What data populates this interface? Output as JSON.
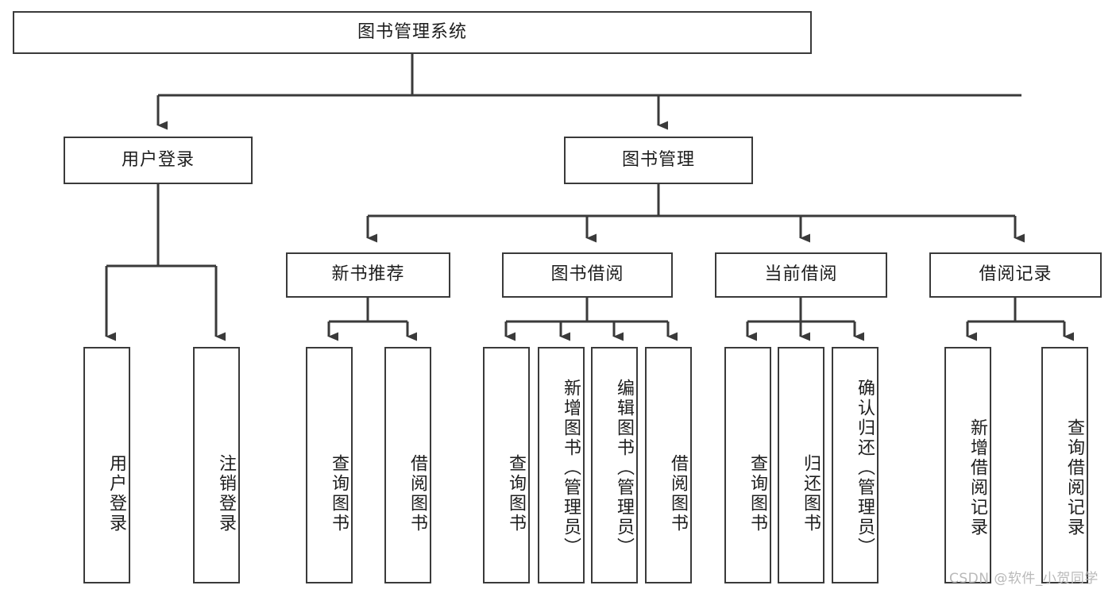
{
  "diagram": {
    "type": "tree-hierarchy",
    "title": "图书管理系统",
    "colors": {
      "box_border": "#3a3a3a",
      "box_fill": "#ffffff",
      "connector": "#3a3a3a",
      "text": "#1d1d1d",
      "watermark": "#b9b9b9"
    },
    "root": {
      "label": "图书管理系统"
    },
    "level2": [
      {
        "label": "用户登录"
      },
      {
        "label": "图书管理"
      }
    ],
    "level3": [
      {
        "label": "新书推荐"
      },
      {
        "label": "图书借阅"
      },
      {
        "label": "当前借阅"
      },
      {
        "label": "借阅记录"
      }
    ],
    "leaves": {
      "user_login": [
        {
          "label": "用户登录"
        },
        {
          "label": "注销登录"
        }
      ],
      "new_book_recommend": [
        {
          "label": "查询图书"
        },
        {
          "label": "借阅图书"
        }
      ],
      "book_borrow": [
        {
          "label": "查询图书"
        },
        {
          "label": "新增图书（管理员）"
        },
        {
          "label": "编辑图书（管理员）"
        },
        {
          "label": "借阅图书"
        }
      ],
      "current_borrow": [
        {
          "label": "查询图书"
        },
        {
          "label": "归还图书"
        },
        {
          "label": "确认归还（管理员）"
        }
      ],
      "borrow_record": [
        {
          "label": "新增借阅记录"
        },
        {
          "label": "查询借阅记录"
        }
      ]
    }
  },
  "watermark": {
    "text": "CSDN @软件_小贺同学"
  }
}
